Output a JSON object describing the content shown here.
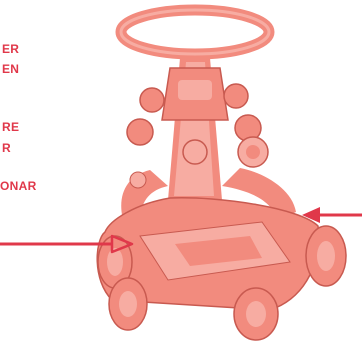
{
  "labels": {
    "line1": "ER",
    "line2": "EN",
    "line3": "RE",
    "line4": "R",
    "line5": "ONAR"
  },
  "illustration": {
    "subject": "baby walker toy with steering ring, tabs and wheels",
    "icon_names": [
      "baby-walker-icon",
      "arrow-right-icon",
      "arrow-left-icon"
    ],
    "colors": {
      "toy_fill": "#f28b7e",
      "toy_light": "#f7aca2",
      "toy_dark": "#c85a50",
      "arrow": "#e0384a",
      "label_text": "#e0384a"
    }
  }
}
